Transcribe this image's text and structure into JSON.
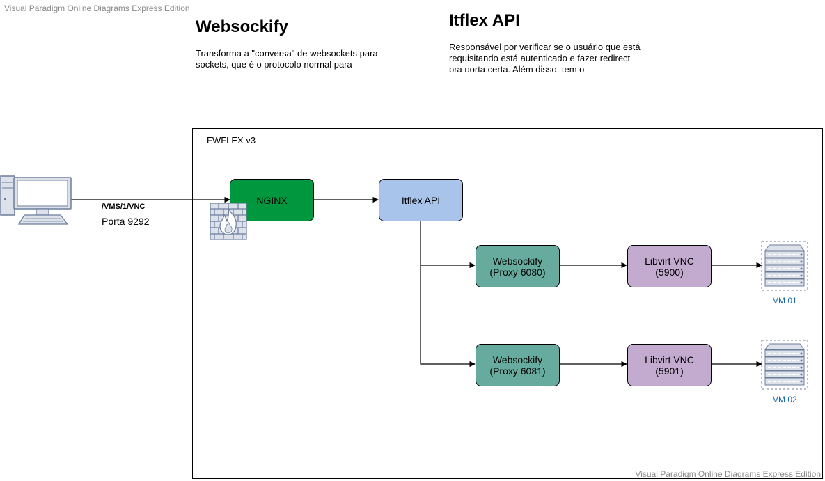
{
  "watermark": "Visual Paradigm Online Diagrams Express Edition",
  "notes": {
    "websockify": {
      "title": "Websockify",
      "body": "Transforma a \"conversa\" de websockets para sockets, que é o protocolo normal para"
    },
    "itflex": {
      "title": "Itflex API",
      "body": "Responsável por verificar se o usuário que está requisitando está autenticado e fazer redirect pra porta certa. Além disso, tem o"
    }
  },
  "frame": {
    "title": "FWFLEX v3"
  },
  "client": {
    "path_label": "/VMS/1/VNC",
    "port_label": "Porta 9292"
  },
  "nodes": {
    "nginx": {
      "label": "NGINX",
      "color": "#00973e"
    },
    "itflex_api": {
      "label": "Itflex API",
      "color": "#a9c4eb"
    },
    "websockify_1": {
      "line1": "Websockify",
      "line2": "(Proxy 6080)",
      "color": "#67ab9f"
    },
    "websockify_2": {
      "line1": "Websockify",
      "line2": "(Proxy 6081)",
      "color": "#67ab9f"
    },
    "libvirt_1": {
      "line1": "Libvirt VNC",
      "line2": "(5900)",
      "color": "#c3abd0"
    },
    "libvirt_2": {
      "line1": "Libvirt VNC",
      "line2": "(5901)",
      "color": "#c3abd0"
    }
  },
  "vms": [
    {
      "label": "VM 01"
    },
    {
      "label": "VM 02"
    }
  ],
  "icons": {
    "client": "desktop-computer-icon",
    "firewall": "firewall-icon",
    "server": "server-rack-icon"
  }
}
